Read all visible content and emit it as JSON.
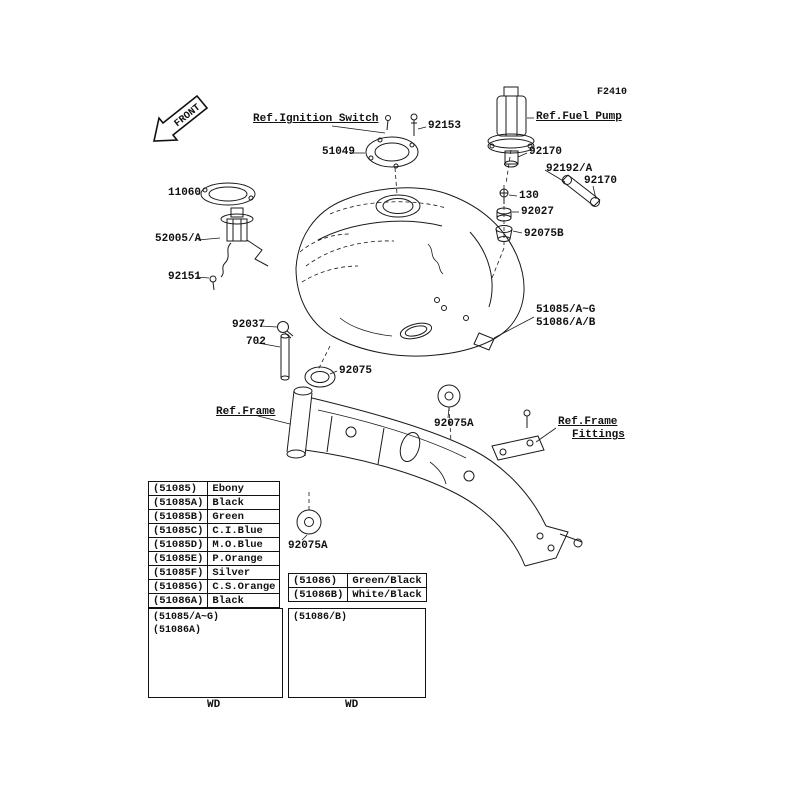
{
  "figure": {
    "code": "F2410"
  },
  "front_arrow": {
    "label": "FRONT"
  },
  "callouts": {
    "ref_ignition_switch": "Ref.Ignition Switch",
    "bolt_92153": "92153",
    "cap_51049": "51049",
    "ref_fuel_pump": "Ref.Fuel Pump",
    "clamp_92170_upper": "92170",
    "hose_92192": "92192/A",
    "clamp_92170_lower": "92170",
    "gasket_11060": "11060",
    "bolt_130": "130",
    "grommet_92027": "92027",
    "sender_52005": "52005/A",
    "damper_92075b": "92075B",
    "bolt_92151": "92151",
    "clamp_92037": "92037",
    "tube_702": "702",
    "tank_51085": "51085/A~G",
    "tank_51086": "51086/A/B",
    "damper_92075": "92075",
    "ref_frame": "Ref.Frame",
    "damper_92075a_upper": "92075A",
    "ref_frame_fittings_line1": "Ref.Frame",
    "ref_frame_fittings_line2": "Fittings",
    "damper_92075a_lower": "92075A"
  },
  "color_table_left": {
    "rows": [
      {
        "code": "(51085)",
        "color": "Ebony"
      },
      {
        "code": "(51085A)",
        "color": "Black"
      },
      {
        "code": "(51085B)",
        "color": "Green"
      },
      {
        "code": "(51085C)",
        "color": "C.I.Blue"
      },
      {
        "code": "(51085D)",
        "color": "M.O.Blue"
      },
      {
        "code": "(51085E)",
        "color": "P.Orange"
      },
      {
        "code": "(51085F)",
        "color": "Silver"
      },
      {
        "code": "(51085G)",
        "color": "C.S.Orange"
      },
      {
        "code": "(51086A)",
        "color": "Black"
      }
    ]
  },
  "color_table_right": {
    "rows": [
      {
        "code": "(51086)",
        "color": "Green/Black"
      },
      {
        "code": "(51086B)",
        "color": "White/Black"
      }
    ]
  },
  "variant_left": {
    "line1": "(51085/A~G)",
    "line2": "(51086A)",
    "caption": "WD"
  },
  "variant_right": {
    "line1": "(51086/B)",
    "caption": "WD"
  },
  "colors": {
    "line": "#1a1a1a",
    "background": "#ffffff"
  }
}
